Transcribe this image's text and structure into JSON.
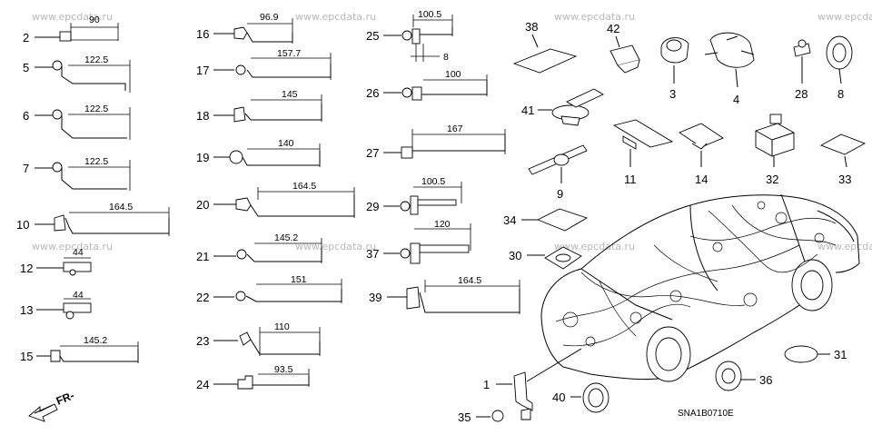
{
  "watermark": "www.epcdata.ru",
  "diagram_code": "SNA1B0710E",
  "direction_label": "FR-",
  "callouts": {
    "n2": "2",
    "n5": "5",
    "n6": "6",
    "n7": "7",
    "n10": "10",
    "n12": "12",
    "n13": "13",
    "n15": "15",
    "n16": "16",
    "n17": "17",
    "n18": "18",
    "n19": "19",
    "n20": "20",
    "n21": "21",
    "n22": "22",
    "n23": "23",
    "n24": "24",
    "n25": "25",
    "n26": "26",
    "n27": "27",
    "n29": "29",
    "n37": "37",
    "n39": "39",
    "n38": "38",
    "n42": "42",
    "n3": "3",
    "n4": "4",
    "n28": "28",
    "n8": "8",
    "n41": "41",
    "n9": "9",
    "n11": "11",
    "n14": "14",
    "n32": "32",
    "n33": "33",
    "n34": "34",
    "n30": "30",
    "n1": "1",
    "n35": "35",
    "n40": "40",
    "n36": "36",
    "n31": "31"
  },
  "dimensions": {
    "d2": "90",
    "d5": "122.5",
    "d6": "122.5",
    "d7": "122.5",
    "d10": "164.5",
    "d12": "44",
    "d13": "44",
    "d15": "145.2",
    "d16": "96.9",
    "d17": "157.7",
    "d18": "145",
    "d19": "140",
    "d20": "164.5",
    "d21": "145.2",
    "d22": "151",
    "d23": "110",
    "d24": "93.5",
    "d25a": "100.5",
    "d25b": "8",
    "d26": "100",
    "d27": "167",
    "d29": "100.5",
    "d37": "120",
    "d39": "164.5"
  }
}
